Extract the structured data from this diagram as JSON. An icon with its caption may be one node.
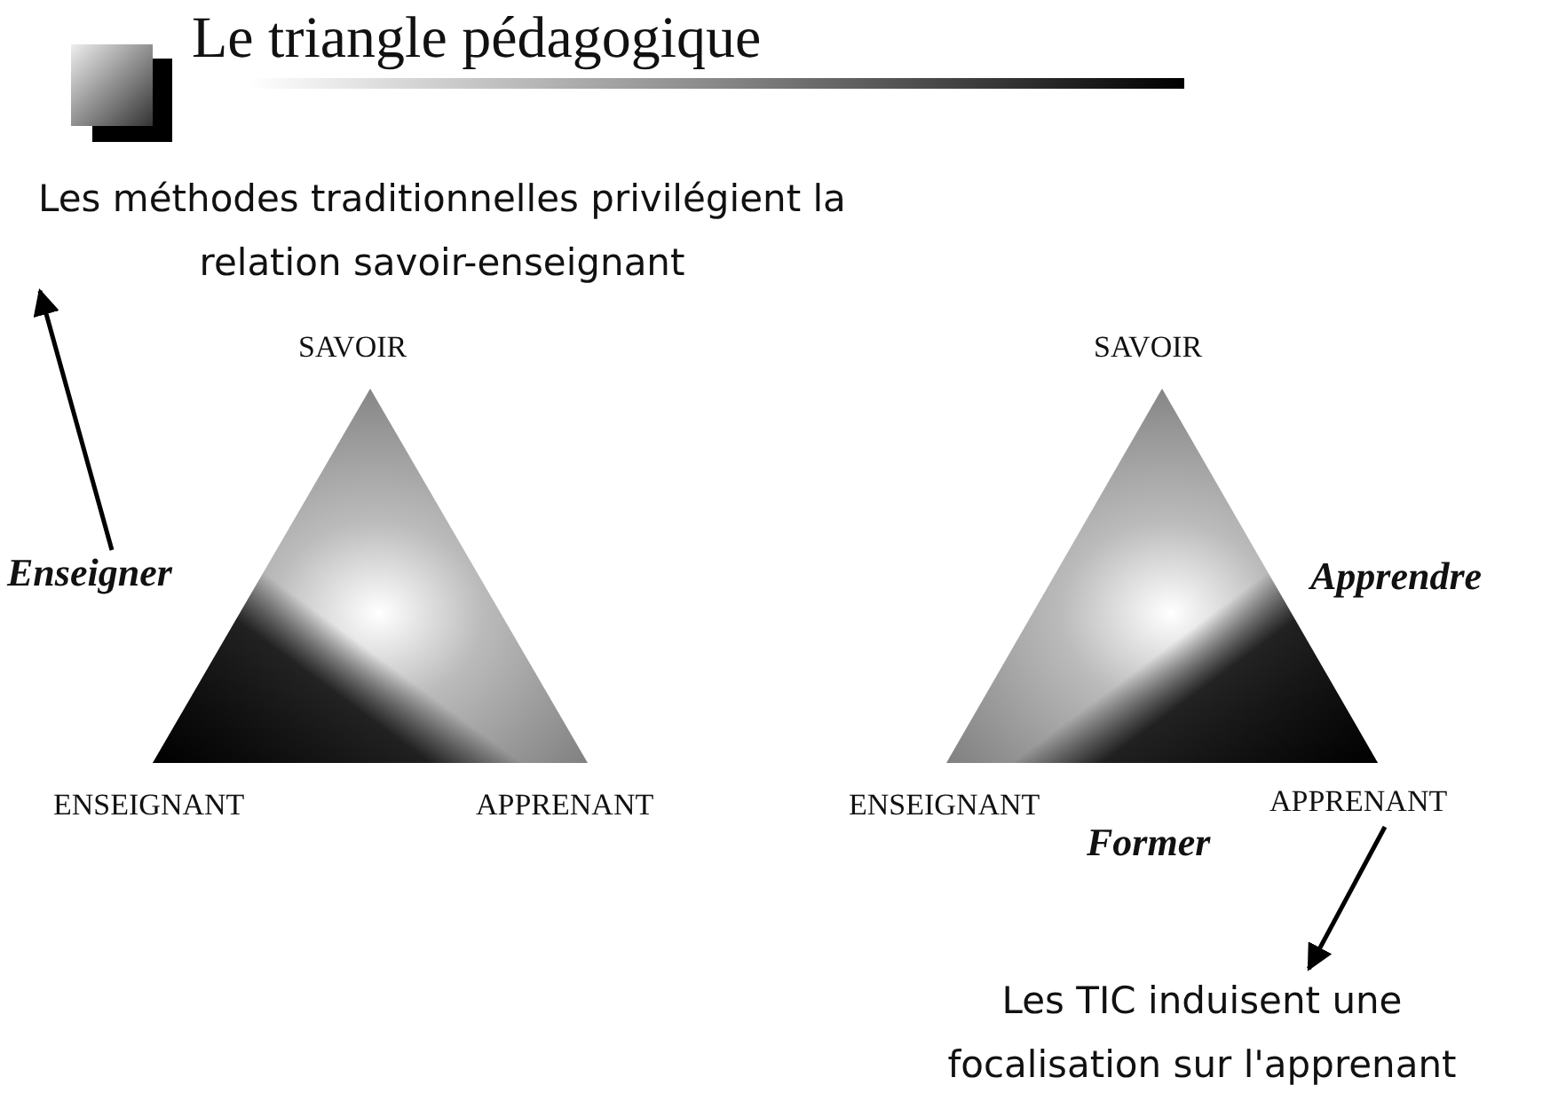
{
  "diagram": {
    "title": "Le triangle pédagogique",
    "nodes": [
      {
        "text": [
          "Les méthodes traditionnelles privilégient la relation savoir-enseignant"
        ]
      },
      {
        "text": [
          "Enseigner"
        ]
      },
      {
        "text": [],
        "shape": "triangle"
      },
      {
        "text": [],
        "shape": "triangle"
      },
      {
        "text": [
          "APPRENANT"
        ]
      },
      {
        "text": [
          "Les TIC induisent une focalisation sur l'apprenant"
        ]
      }
    ],
    "edges": [
      {
        "from": 1,
        "to": 0,
        "arrow": "to"
      },
      {
        "from": 4,
        "to": 5,
        "arrow": "to"
      }
    ],
    "labels": [
      "SAVOIR",
      "SAVOIR",
      "Apprendre",
      "ENSEIGNANT",
      "APPRENANT",
      "ENSEIGNANT",
      "Former"
    ]
  }
}
